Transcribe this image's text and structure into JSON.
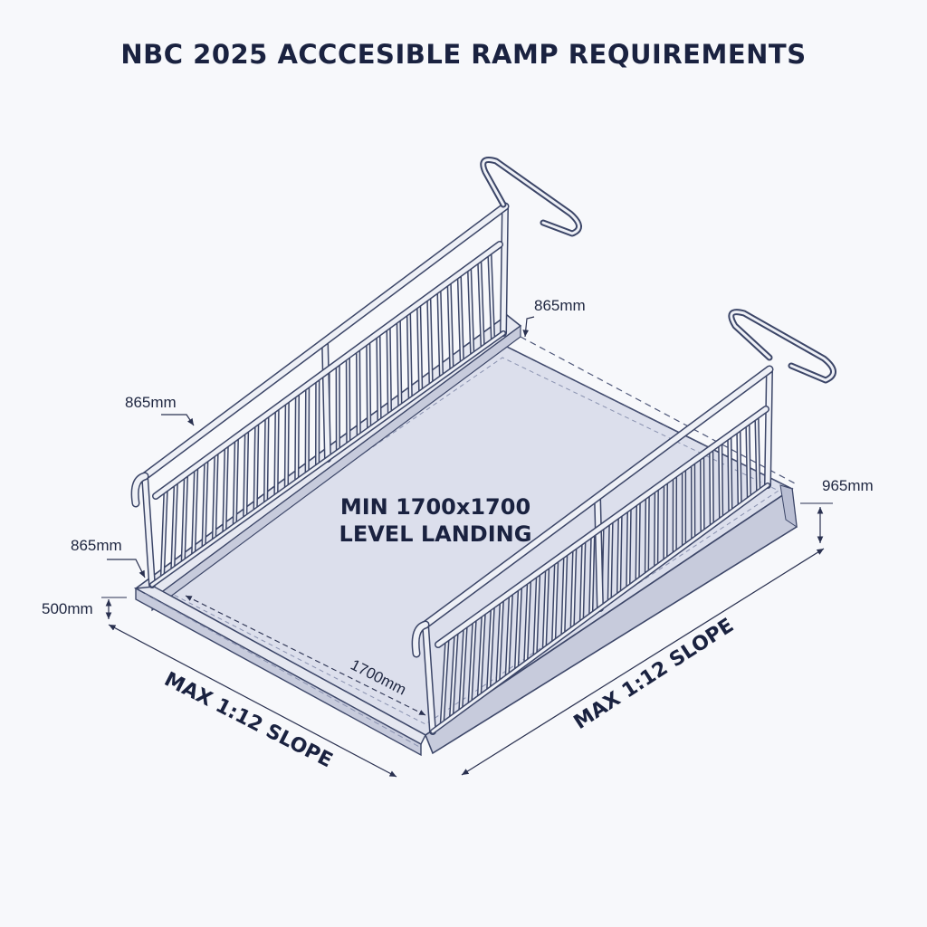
{
  "title": "NBC 2025 ACCCESIBLE RAMP REQUIREMENTS",
  "landing_label": {
    "line1": "MIN 1700x1700",
    "line2": "LEVEL LANDING"
  },
  "dimensions": {
    "handrail_top_left": "865mm",
    "handrail_top_right": "865mm",
    "handrail_bottom_left": "865mm",
    "curb_height": "500mm",
    "landing_width": "1700mm",
    "edge_height_right": "965mm"
  },
  "slopes": {
    "left": "MAX 1:12 SLOPE",
    "right": "MAX 1:12 SLOPE"
  },
  "colors": {
    "ink": "#1a2240",
    "rail_stroke": "#3c4668",
    "rail_fill": "#e9ecf4",
    "deck": "#dcdfec",
    "curb_top": "#e6e8f1",
    "curb_side": "#c7cbdc"
  }
}
